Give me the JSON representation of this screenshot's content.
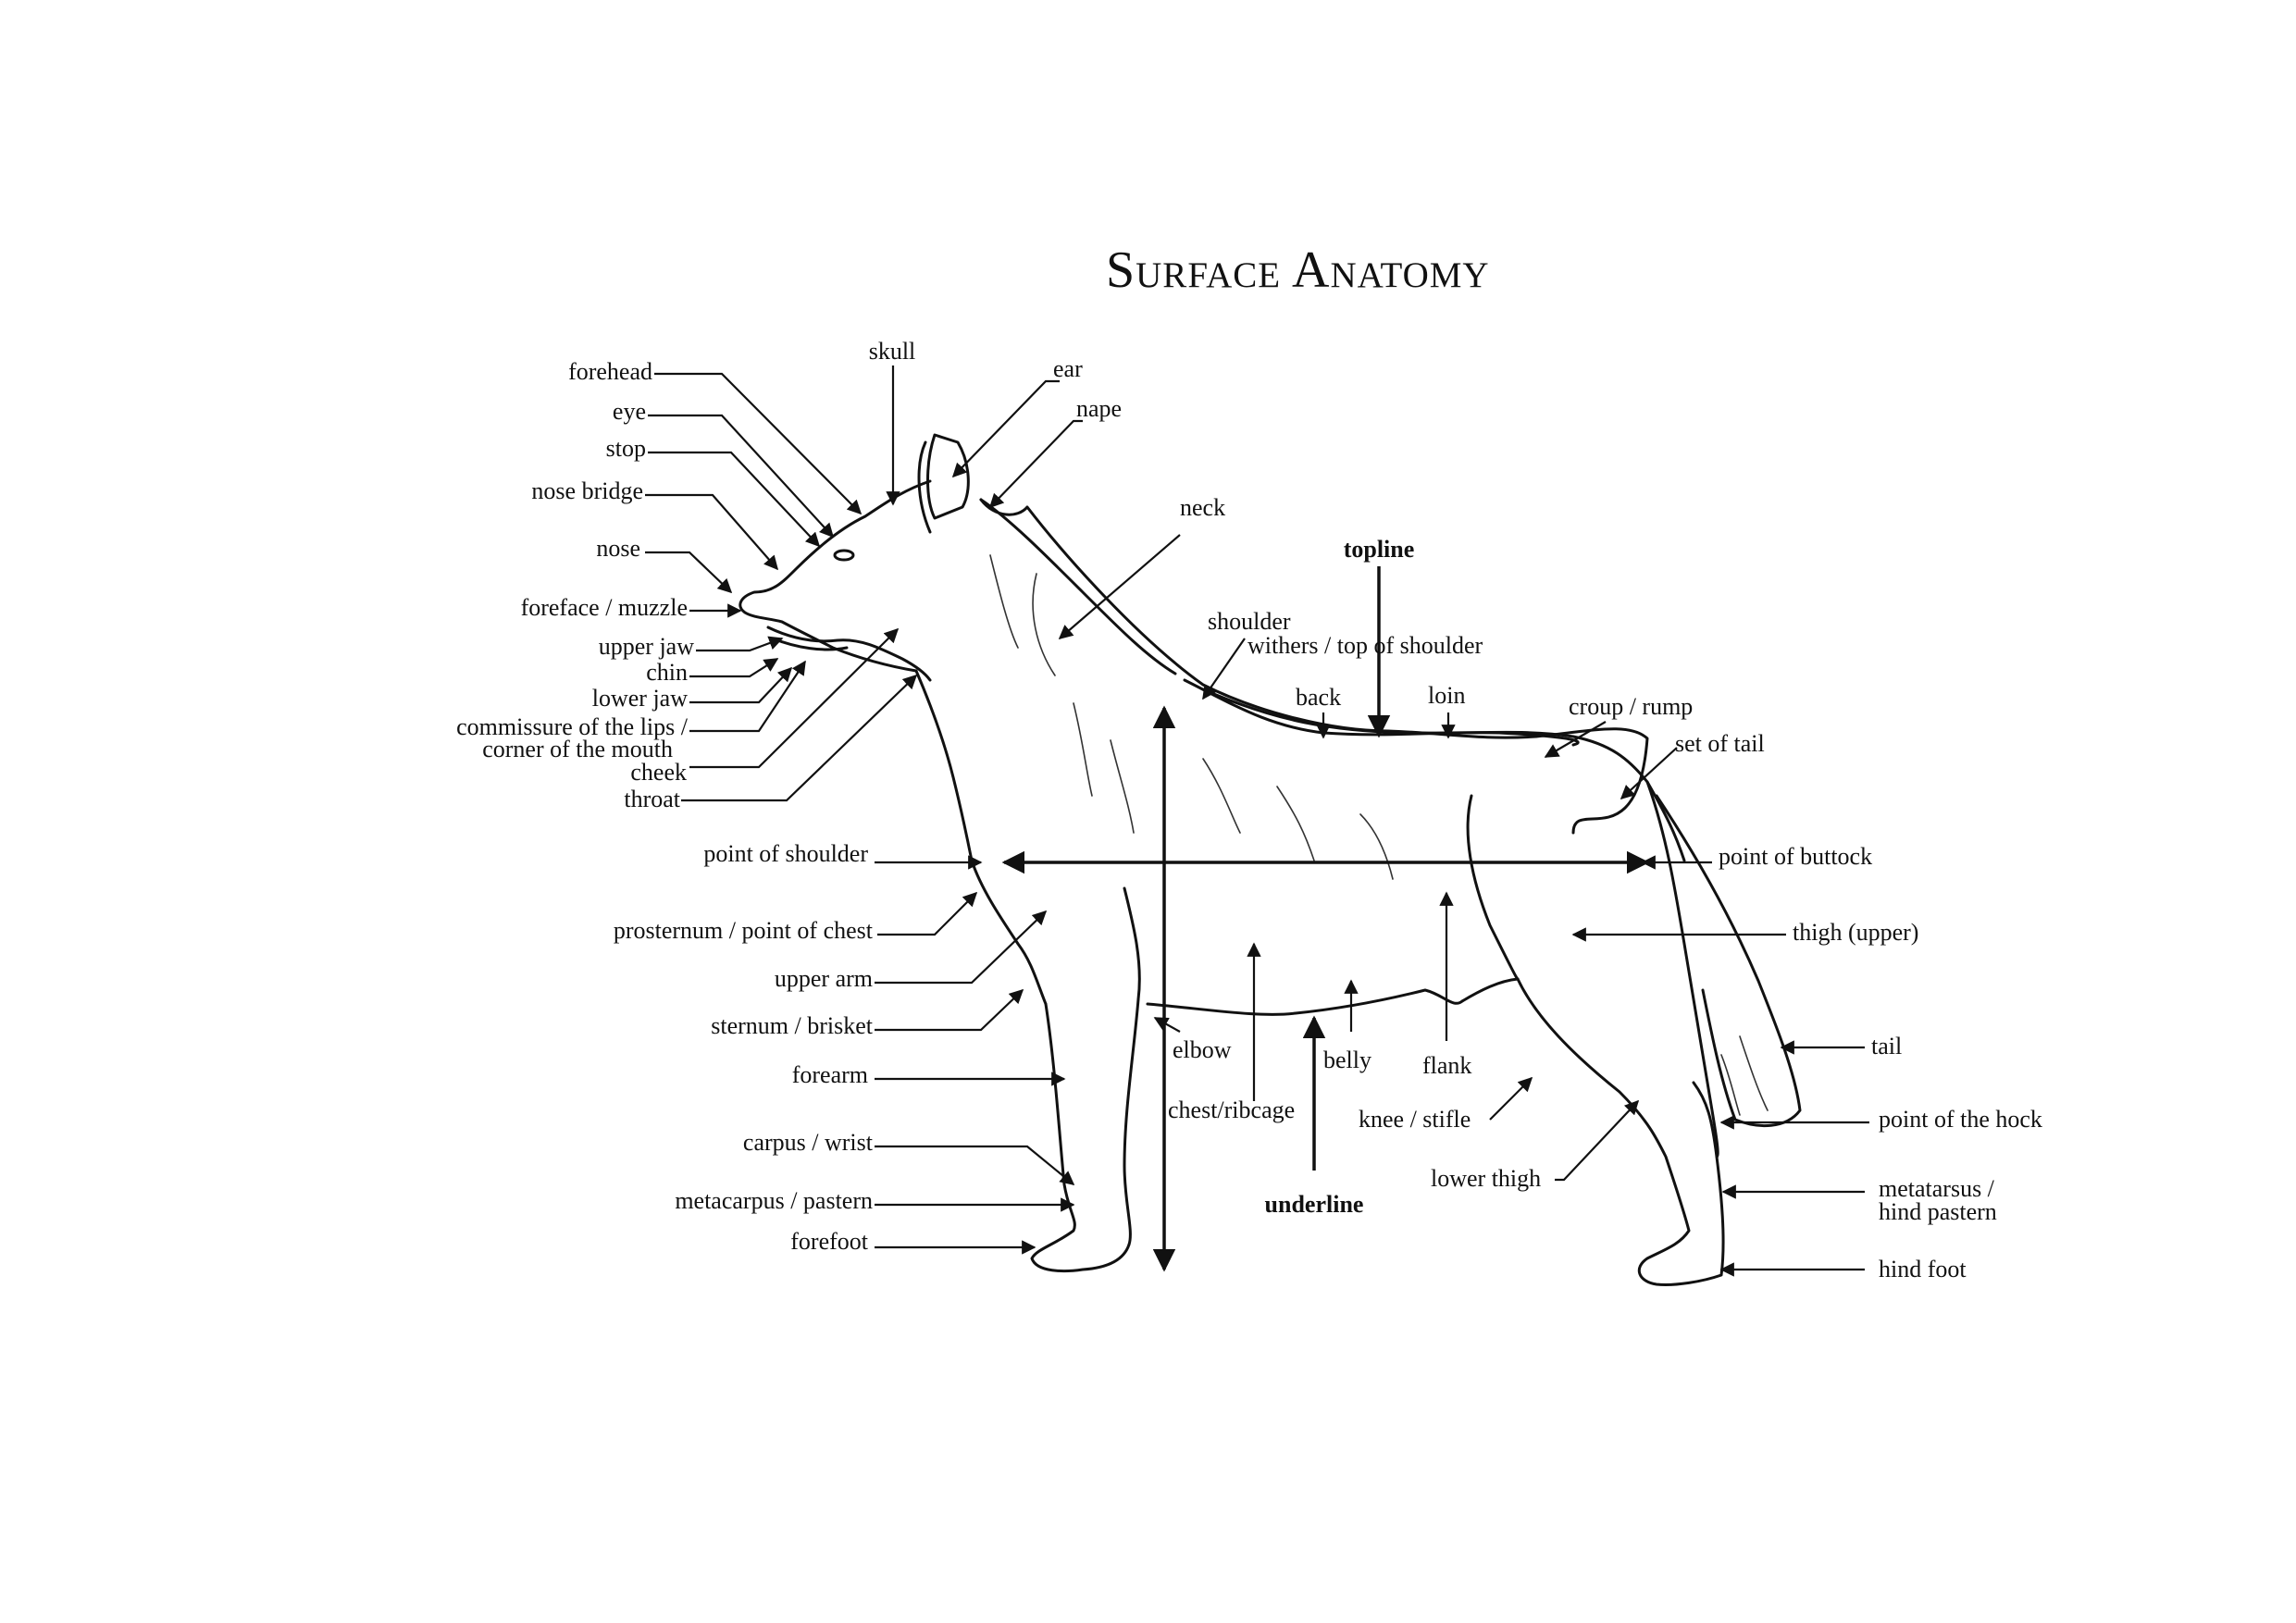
{
  "title": "Surface Anatomy",
  "labels": {
    "forehead": "forehead",
    "skull": "skull",
    "ear": "ear",
    "eye": "eye",
    "nape": "nape",
    "stop": "stop",
    "nose_bridge": "nose bridge",
    "neck": "neck",
    "nose": "nose",
    "topline": "topline",
    "foreface": "foreface / muzzle",
    "shoulder": "shoulder",
    "withers": "withers / top of shoulder",
    "upper_jaw": "upper jaw",
    "chin": "chin",
    "back": "back",
    "loin": "loin",
    "lower_jaw": "lower jaw",
    "croup": "croup / rump",
    "commissure_1": "commissure of the lips /",
    "commissure_2": "corner of the mouth",
    "set_of_tail": "set of tail",
    "cheek": "cheek",
    "throat": "throat",
    "point_of_shoulder": "point of shoulder",
    "point_of_buttock": "point of buttock",
    "prosternum": "prosternum / point of chest",
    "thigh_upper": "thigh (upper)",
    "upper_arm": "upper arm",
    "sternum": "sternum / brisket",
    "tail": "tail",
    "elbow": "elbow",
    "belly": "belly",
    "flank": "flank",
    "forearm": "forearm",
    "chest": "chest/ribcage",
    "knee": "knee / stifle",
    "point_of_hock": "point of the hock",
    "carpus": "carpus / wrist",
    "lower_thigh": "lower thigh",
    "metacarpus": "metacarpus / pastern",
    "metatarsus_1": "metatarsus /",
    "metatarsus_2": "hind pastern",
    "underline": "underline",
    "forefoot": "forefoot",
    "hind_foot": "hind foot"
  }
}
